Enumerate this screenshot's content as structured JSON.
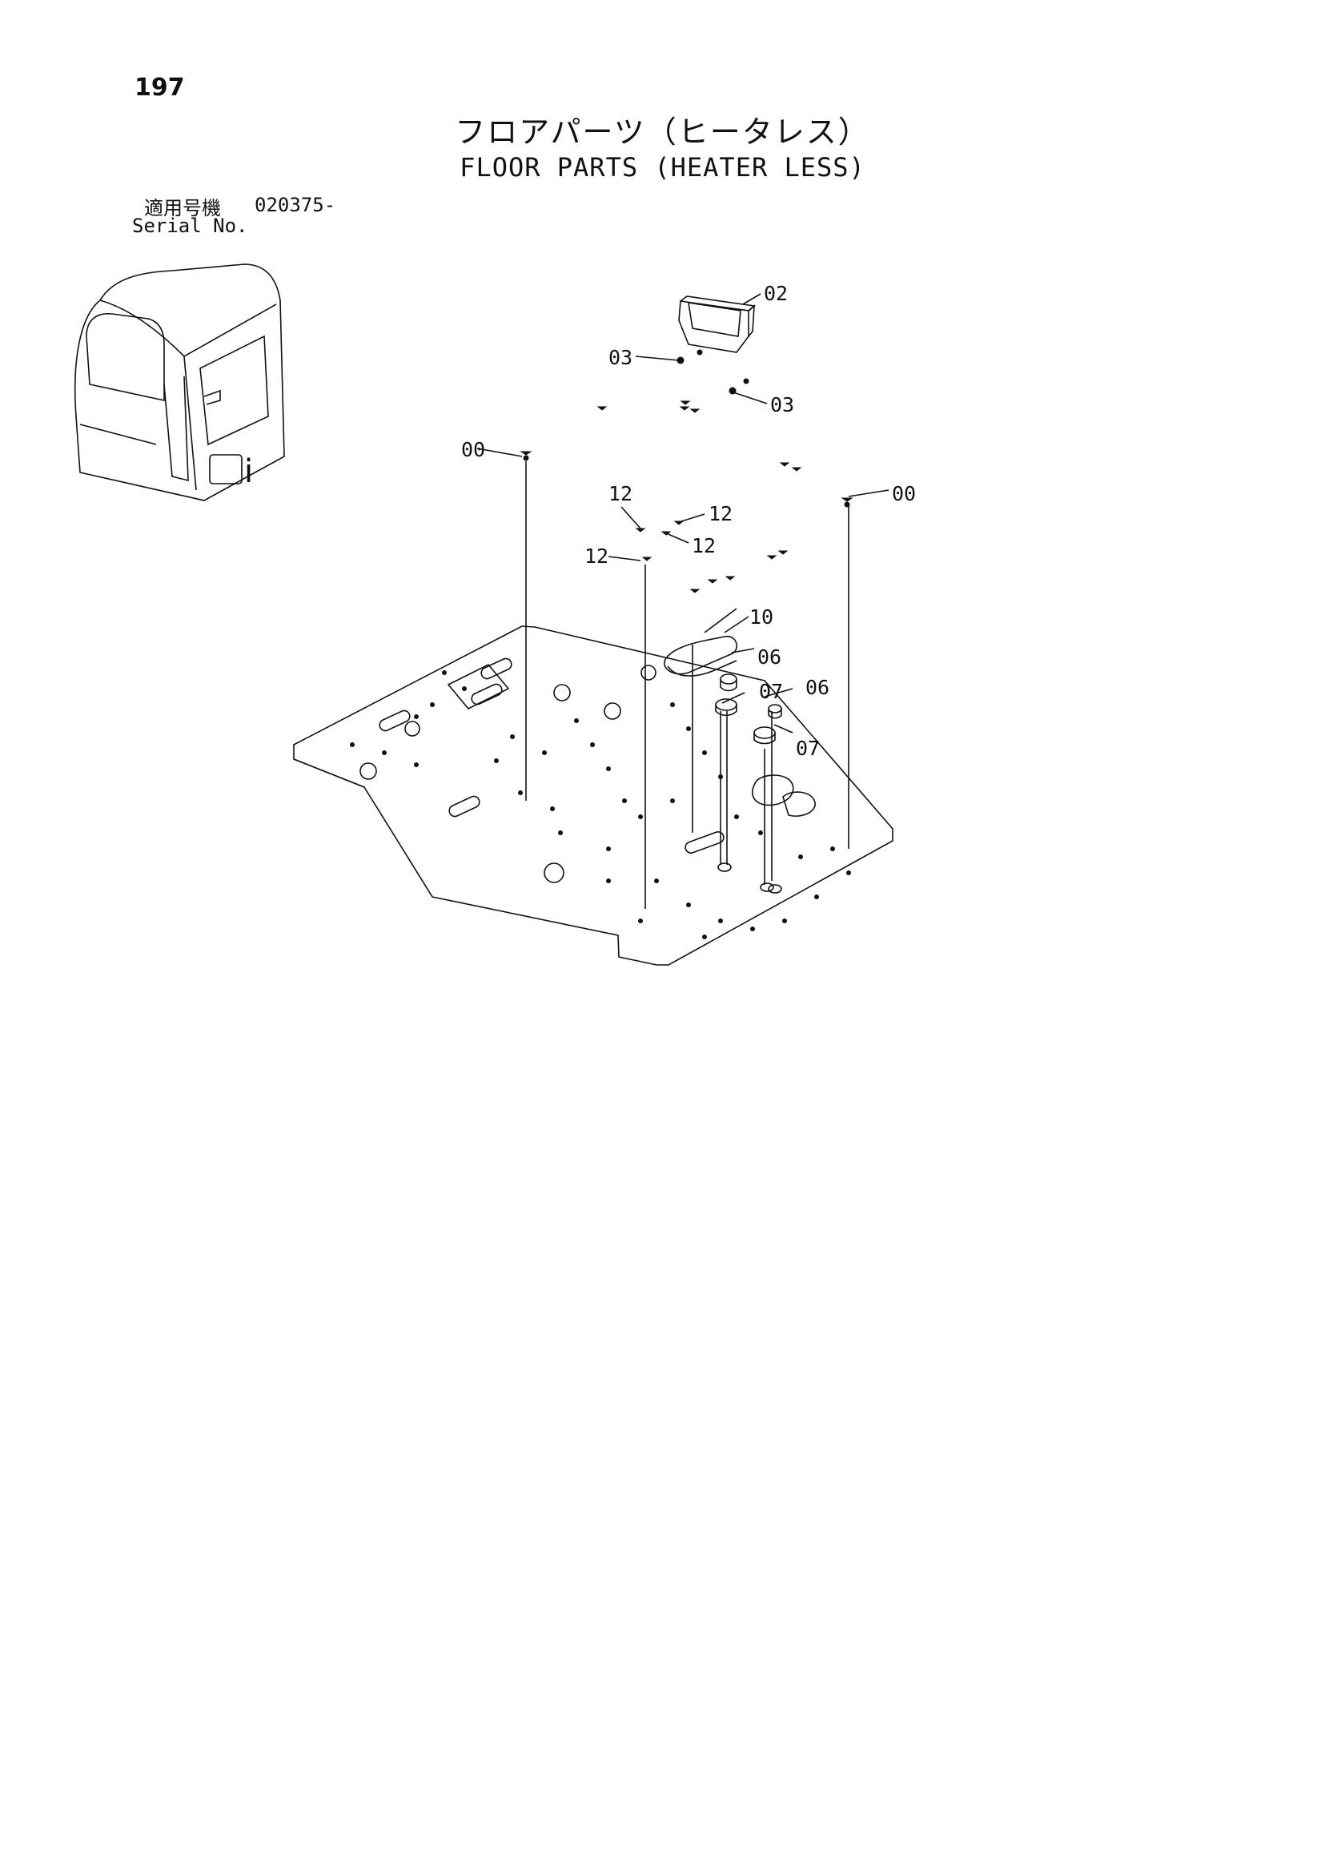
{
  "page": {
    "number": "197"
  },
  "title": {
    "japanese": "フロアパーツ（ヒータレス）",
    "english": "FLOOR PARTS (HEATER LESS)"
  },
  "serial": {
    "label_jp": "適用号機",
    "value": "020375-",
    "label_en": "Serial No."
  },
  "callouts": {
    "c00a": "00",
    "c00b": "00",
    "c02": "02",
    "c03a": "03",
    "c03b": "03",
    "c12a": "12",
    "c12b": "12",
    "c12c": "12",
    "c12d": "12",
    "c10": "10",
    "c06a": "06",
    "c06b": "06",
    "c07a": "07",
    "c07b": "07"
  },
  "colors": {
    "ink": "#111111",
    "paper": "#ffffff"
  },
  "icons": [
    "cab-illustration",
    "floor-plate",
    "storage-box",
    "floor-mat",
    "rubber-plug"
  ]
}
